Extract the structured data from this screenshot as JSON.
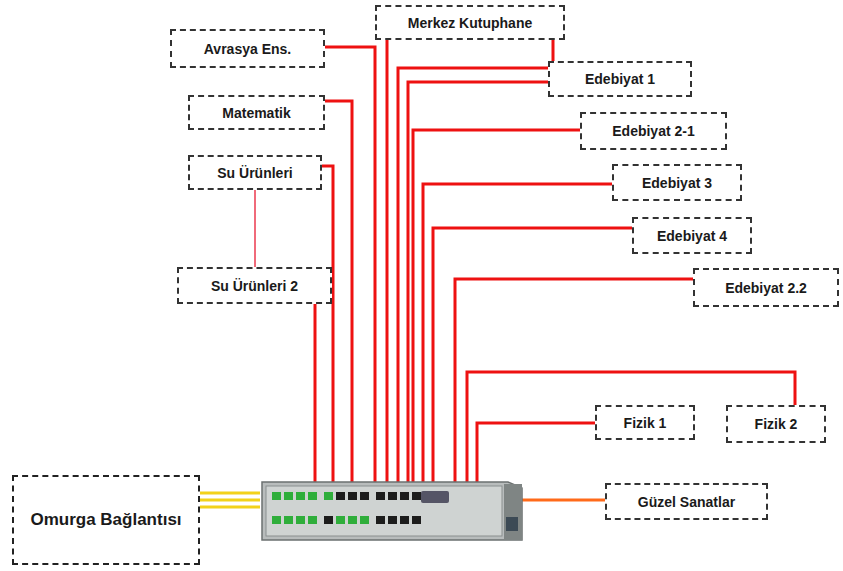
{
  "diagram": {
    "nodes": [
      {
        "text": [
          "Merkez Kutuphane"
        ]
      },
      {
        "text": [
          "Avrasya Ens."
        ]
      },
      {
        "text": [
          "Edebiyat 1"
        ]
      },
      {
        "text": [
          "Matematik"
        ]
      },
      {
        "text": [
          "Edebiyat 2-1"
        ]
      },
      {
        "text": [
          "Su Ürünleri"
        ]
      },
      {
        "text": [
          "Edebiyat 3"
        ]
      },
      {
        "text": [
          "Edebiyat 4"
        ]
      },
      {
        "text": [
          "Su Ürünleri 2"
        ]
      },
      {
        "text": [
          "Edebiyat 2.2"
        ]
      },
      {
        "text": [
          "Fizik 1"
        ]
      },
      {
        "text": [
          "Fizik 2"
        ]
      },
      {
        "text": [
          "Omurga Bağlantısı"
        ]
      },
      {
        "text": [
          "Güzel Sanatlar"
        ]
      }
    ],
    "edges": [
      {
        "from": 5,
        "to": 8,
        "arrow": "none"
      }
    ]
  }
}
